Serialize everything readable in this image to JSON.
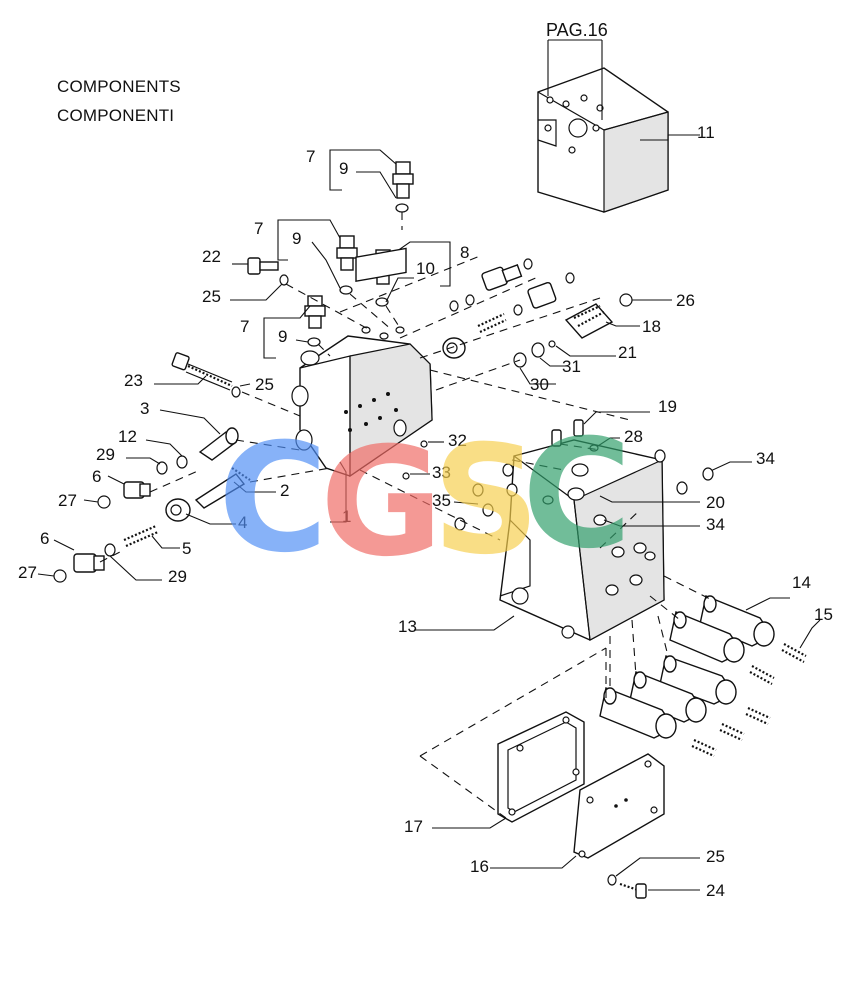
{
  "header": {
    "title_en": "COMPONENTS",
    "title_it": "COMPONENTI"
  },
  "page_reference": "PAG.16",
  "callouts": {
    "c1": "1",
    "c2": "2",
    "c3": "3",
    "c4": "4",
    "c5": "5",
    "c6a": "6",
    "c6b": "6",
    "c7a": "7",
    "c7b": "7",
    "c7c": "7",
    "c8": "8",
    "c9a": "9",
    "c9b": "9",
    "c9c": "9",
    "c10": "10",
    "c11": "11",
    "c12": "12",
    "c13": "13",
    "c14": "14",
    "c15": "15",
    "c16": "16",
    "c17": "17",
    "c18": "18",
    "c19": "19",
    "c20": "20",
    "c21": "21",
    "c22": "22",
    "c23": "23",
    "c24": "24",
    "c25a": "25",
    "c25b": "25",
    "c25c": "25",
    "c26": "26",
    "c27a": "27",
    "c27b": "27",
    "c28": "28",
    "c29a": "29",
    "c29b": "29",
    "c30": "30",
    "c31": "31",
    "c32": "32",
    "c33": "33",
    "c34a": "34",
    "c34b": "34",
    "c35": "35"
  },
  "watermark": {
    "letters": [
      "C",
      "G",
      "S",
      "C"
    ],
    "colors": [
      "#4f8ef5",
      "#f06a64",
      "#f7cf4d",
      "#2f9e6a"
    ]
  }
}
